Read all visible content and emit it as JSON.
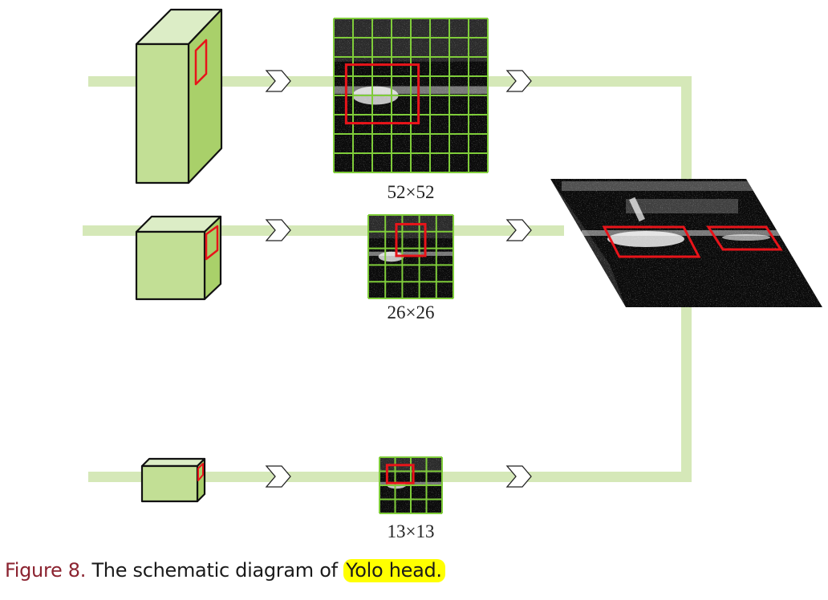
{
  "figure": {
    "label": "Figure 8.",
    "text": " The schematic diagram of ",
    "highlighted_text": "Yolo head."
  },
  "colors": {
    "pipeline": "#d5e8b8",
    "box_front": "#c2df95",
    "box_side": "#a9d06a",
    "box_top": "#dcedc6",
    "grid_lines": "#7fcc3a",
    "detection_box": "#e8141a",
    "caption_label": "#8b2330",
    "highlight": "#ffff00"
  },
  "scales": [
    {
      "id": "large",
      "label": "52×52",
      "grid_divisions": 8,
      "feature_block": "tall"
    },
    {
      "id": "medium",
      "label": "26×26",
      "grid_divisions": 5,
      "feature_block": "cube"
    },
    {
      "id": "small",
      "label": "13×13",
      "grid_divisions": 4,
      "feature_block": "flat"
    }
  ],
  "output": {
    "name": "merged detection output",
    "detections": 2
  }
}
